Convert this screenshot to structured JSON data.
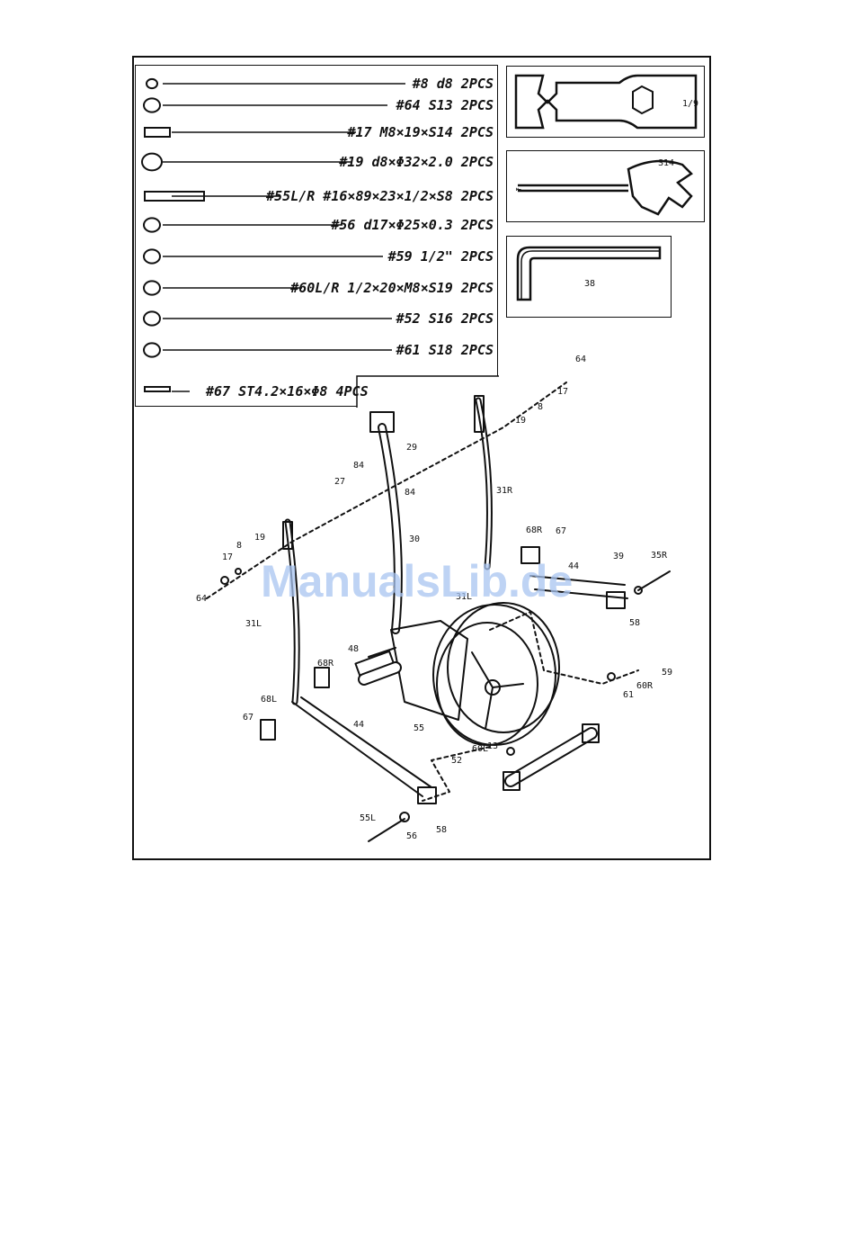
{
  "parts": [
    {
      "label": "#8  d8   2PCS",
      "icon": "washer-icon"
    },
    {
      "label": "#64  S13   2PCS",
      "icon": "cap-icon"
    },
    {
      "label": "#17  M8×19×S14   2PCS",
      "icon": "bolt-icon"
    },
    {
      "label": "#19  d8×Φ32×2.0   2PCS",
      "icon": "flat-washer-icon"
    },
    {
      "label": "#55L/R  #16×89×23×1/2×S8   2PCS",
      "icon": "axle-bolt-icon"
    },
    {
      "label": "#56  d17×Φ25×0.3   2PCS",
      "icon": "wave-washer-icon"
    },
    {
      "label": "#59  1/2\"   2PCS",
      "icon": "nut-icon"
    },
    {
      "label": "#60L/R  1/2×20×M8×S19   2PCS",
      "icon": "pedal-nut-icon"
    },
    {
      "label": "#52  S16   2PCS",
      "icon": "cap-icon"
    },
    {
      "label": "#61  S18   2PCS",
      "icon": "cap-icon"
    },
    {
      "label": "#67  ST4.2×16×Φ8 4PCS",
      "icon": "screw-icon"
    }
  ],
  "tools": [
    {
      "label": "1/9",
      "icon": "wrench-icon"
    },
    {
      "label": "S14",
      "icon": "multi-wrench-icon"
    },
    {
      "label": "38",
      "icon": "allen-key-icon"
    }
  ],
  "callouts": [
    "64",
    "17",
    "8",
    "19",
    "29",
    "84",
    "27",
    "84",
    "31R",
    "30",
    "68R",
    "67",
    "44",
    "58",
    "35R",
    "31L",
    "39",
    "48",
    "13",
    "59",
    "60R",
    "61",
    "31L",
    "68R",
    "68L",
    "67",
    "44",
    "55",
    "60L",
    "52",
    "55L",
    "56",
    "58",
    "17",
    "8",
    "19",
    "64"
  ],
  "watermark": "ManualsLib.de"
}
